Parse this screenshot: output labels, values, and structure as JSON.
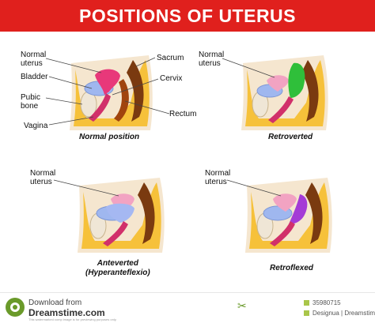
{
  "title": "POSITIONS OF UTERUS",
  "colors": {
    "title_bg": "#e0201d",
    "uterus_normal": "#e8387a",
    "uterus_retroverted": "#2fbf3a",
    "uterus_retroflexed": "#a43bd6",
    "bladder": "#9fb7ef",
    "sacrum": "#7a3a10",
    "fat": "#f6c13a",
    "skin": "#f5e6cf"
  },
  "panels": [
    {
      "caption": "Normal position",
      "labels": {
        "normal_uterus": "Normal\nuterus",
        "sacrum": "Sacrum",
        "bladder": "Bladder",
        "cervix": "Cervix",
        "pubic_bone": "Pubic\nbone",
        "rectum": "Rectum",
        "vagina": "Vagina"
      }
    },
    {
      "caption": "Retroverted",
      "labels": {
        "normal_uterus": "Normal\nuterus"
      }
    },
    {
      "caption": "Anteverted\n(Hyperanteflexio)",
      "labels": {
        "normal_uterus": "Normal\nuterus"
      }
    },
    {
      "caption": "Retroflexed",
      "labels": {
        "normal_uterus": "Normal\nuterus"
      }
    }
  ],
  "footer": {
    "download_from": "Download from",
    "site": "Dreamstime.com",
    "fine_print": "This watermarked comp image is for previewing purposes only.",
    "id": "35980715",
    "author": "Designua | Dreamstime.com"
  }
}
